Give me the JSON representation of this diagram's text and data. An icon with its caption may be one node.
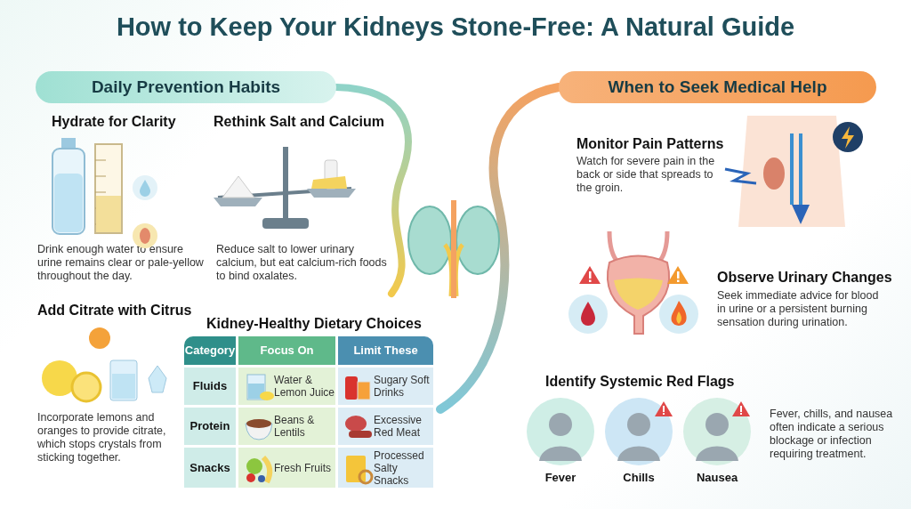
{
  "diagram": {
    "title": "How to Keep Your Kidneys Stone-Free: A Natural Guide",
    "nodes": [
      {
        "text": [
          "Daily Prevention Habits"
        ]
      },
      {
        "text": [
          "When to Seek Medical Help"
        ]
      },
      {
        "text": [
          "Fever"
        ]
      },
      {
        "text": [
          "Chills"
        ]
      },
      {
        "text": [
          "Nausea"
        ]
      }
    ],
    "edges": [],
    "labels": [
      "Hydrate for Clarity",
      "Rethink Salt and Calcium",
      "Drink enough water to ensure urine remains clear or pale-yellow throughout the day.",
      "Reduce salt to lower urinary calcium, but eat calcium-rich foods to bind oxalates.",
      "Add Citrate with Citrus",
      "Kidney-Healthy Dietary Choices",
      "Incorporate lemons and oranges to provide citrate, which stops crystals from sticking together.",
      "Category",
      "Focus On",
      "Limit These",
      "Fluids",
      "Water & Lemon Juice",
      "Sugary Soft Drinks",
      "Protein",
      "Beans & Lentils",
      "Excessive Red Meat",
      "Snacks",
      "Fresh Fruits",
      "Processed Salty Snacks",
      "Monitor Pain Patterns",
      "Watch for severe pain in the back or side that spreads to the groin.",
      "Observe Urinary Changes",
      "Seek immediate advice for blood in urine or a persistent burning sensation during urination.",
      "Identify Systemic Red Flags",
      "Fever, chills, and nausea often indicate a serious blockage or infection requiring treatment."
    ]
  }
}
